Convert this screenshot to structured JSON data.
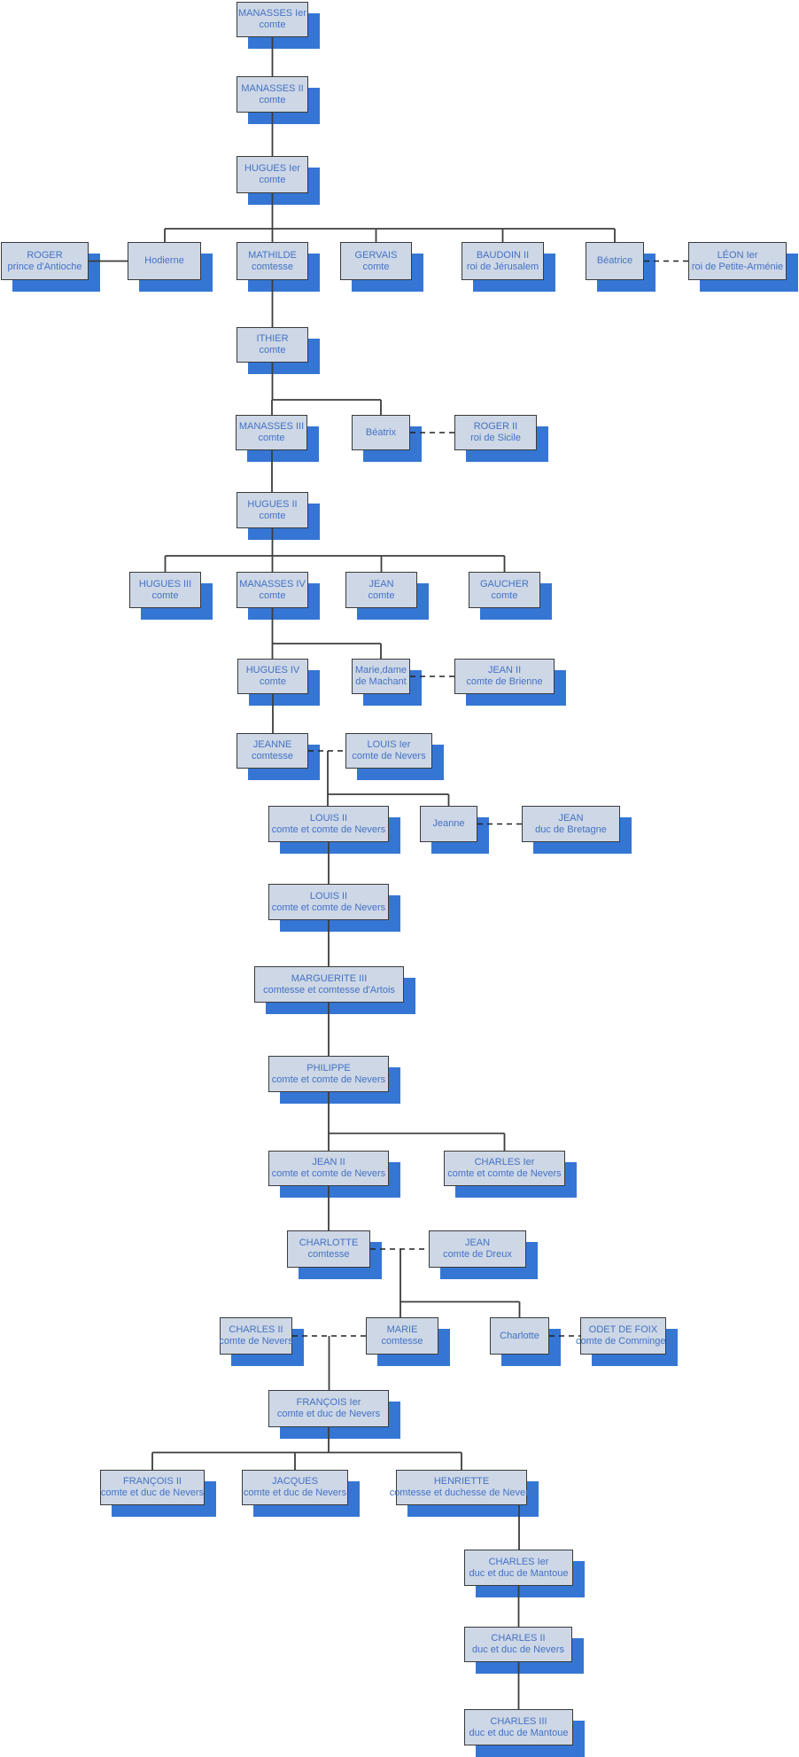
{
  "chart_type": "genealogy-tree",
  "colors": {
    "box_fill": "#CDD7E6",
    "box_border": "#3A3A3A",
    "box_text": "#4472C4",
    "shadow_blue": "#3576D5",
    "line": "#3D3D3D",
    "page_bg": "#FFFFFF"
  },
  "nodes": [
    {
      "name": "MANASSES Ier",
      "title": "comte"
    },
    {
      "name": "MANASSES II",
      "title": "comte"
    },
    {
      "name": "HUGUES Ier",
      "title": "comte"
    },
    {
      "name": "ROGER",
      "title": "prince d'Antioche"
    },
    {
      "name": "Hodierne",
      "title": ""
    },
    {
      "name": "MATHILDE",
      "title": "comtesse"
    },
    {
      "name": "GERVAIS",
      "title": "comte"
    },
    {
      "name": "BAUDOIN II",
      "title": "roi de Jérusalem"
    },
    {
      "name": "Béatrice",
      "title": ""
    },
    {
      "name": "LÉON Ier",
      "title": "roi de Petite-Arménie"
    },
    {
      "name": "ITHIER",
      "title": "comte"
    },
    {
      "name": "MANASSES III",
      "title": "comte"
    },
    {
      "name": "Béatrix",
      "title": ""
    },
    {
      "name": "ROGER II",
      "title": "roi de Sicile"
    },
    {
      "name": "HUGUES II",
      "title": "comte"
    },
    {
      "name": "HUGUES III",
      "title": "comte"
    },
    {
      "name": "MANASSES IV",
      "title": "comte"
    },
    {
      "name": "JEAN",
      "title": "comte"
    },
    {
      "name": "GAUCHER",
      "title": "comte"
    },
    {
      "name": "HUGUES IV",
      "title": "comte"
    },
    {
      "name": "Marie,dame",
      "title": "de Machant"
    },
    {
      "name": "JEAN II",
      "title": "comte de Brienne"
    },
    {
      "name": "JEANNE",
      "title": "comtesse"
    },
    {
      "name": "LOUIS Ier",
      "title": "comte de Nevers"
    },
    {
      "name": "LOUIS II",
      "title": "comte et comte de Nevers"
    },
    {
      "name": "Jeanne",
      "title": ""
    },
    {
      "name": "JEAN",
      "title": "duc de Bretagne"
    },
    {
      "name": "LOUIS II",
      "title": "comte et comte de Nevers"
    },
    {
      "name": "MARGUERITE III",
      "title": "comtesse et comtesse d'Artois"
    },
    {
      "name": "PHILIPPE",
      "title": "comte et comte de Nevers"
    },
    {
      "name": "JEAN II",
      "title": "comte et comte de Nevers"
    },
    {
      "name": "CHARLES Ier",
      "title": "comte et comte de Nevers"
    },
    {
      "name": "CHARLOTTE",
      "title": "comtesse"
    },
    {
      "name": "JEAN",
      "title": "comte de Dreux"
    },
    {
      "name": "CHARLES II",
      "title": "comte de Nevers"
    },
    {
      "name": "MARIE",
      "title": "comtesse"
    },
    {
      "name": "Charlotte",
      "title": ""
    },
    {
      "name": "ODET DE FOIX",
      "title": "comte de Comminges"
    },
    {
      "name": "FRANÇOIS Ier",
      "title": "comte et duc de Nevers"
    },
    {
      "name": "FRANÇOIS II",
      "title": "comte et duc de Nevers"
    },
    {
      "name": "JACQUES",
      "title": "comte et duc de Nevers"
    },
    {
      "name": "HENRIETTE",
      "title": "comtesse et duchesse de Nevers"
    },
    {
      "name": "CHARLES Ier",
      "title": "duc et duc de Mantoue"
    },
    {
      "name": "CHARLES II",
      "title": "duc et duc de Nevers"
    },
    {
      "name": "CHARLES III",
      "title": "duc et duc de Mantoue"
    }
  ]
}
